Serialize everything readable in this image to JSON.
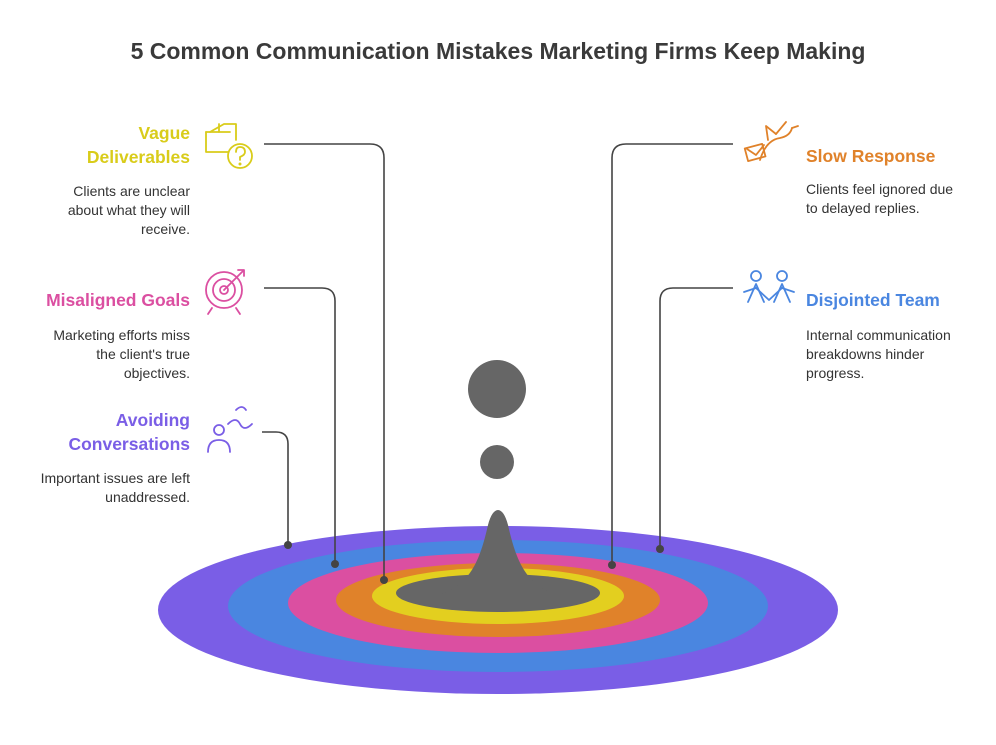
{
  "title": "5 Common Communication Mistakes Marketing Firms Keep Making",
  "colors": {
    "vague": "#d9cc1a",
    "misaligned": "#db4fa1",
    "avoiding": "#7a5ee6",
    "slow": "#e0822a",
    "disjointed": "#4a86e0",
    "ring_purple": "#7a5ee6",
    "ring_blue": "#4a86e0",
    "ring_pink": "#db4fa1",
    "ring_orange": "#e0822a",
    "ring_yellow": "#e3cf1f",
    "center": "#666666"
  },
  "items": {
    "vague": {
      "title_line1": "Vague",
      "title_line2": "Deliverables",
      "desc_line1": "Clients are unclear",
      "desc_line2": "about what they will",
      "desc_line3": "receive.",
      "icon": "box-question-icon"
    },
    "misaligned": {
      "title": "Misaligned Goals",
      "desc_line1": "Marketing efforts miss",
      "desc_line2": "the client's true",
      "desc_line3": "objectives.",
      "icon": "target-arrow-icon"
    },
    "avoiding": {
      "title_line1": "Avoiding",
      "title_line2": "Conversations",
      "desc_line1": "Important issues are left",
      "desc_line2": "unaddressed.",
      "icon": "person-running-path-icon"
    },
    "slow": {
      "title": "Slow Response",
      "desc_line1": "Clients feel ignored due",
      "desc_line2": "to delayed replies.",
      "icon": "bird-letter-icon"
    },
    "disjointed": {
      "title": "Disjointed Team",
      "desc_line1": "Internal communication",
      "desc_line2": "breakdowns hinder",
      "desc_line3": "progress.",
      "icon": "people-group-icon"
    }
  }
}
